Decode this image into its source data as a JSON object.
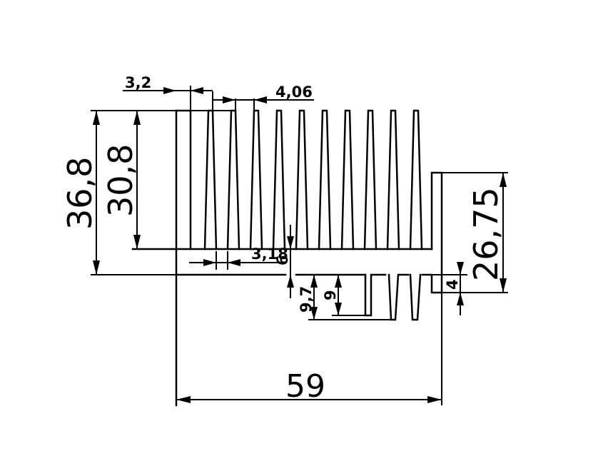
{
  "drawing": {
    "dimensions": {
      "fin_thickness": "3,2",
      "fin_pitch": "4,06",
      "fin_gap": "3,18",
      "base_thickness": "6",
      "total_height": "36,8",
      "fin_height": "30,8",
      "right_height": "26,75",
      "lower_fin_height_outer": "9,7",
      "lower_fin_height_inner": "9",
      "right_wall": "4",
      "total_width": "59"
    }
  }
}
